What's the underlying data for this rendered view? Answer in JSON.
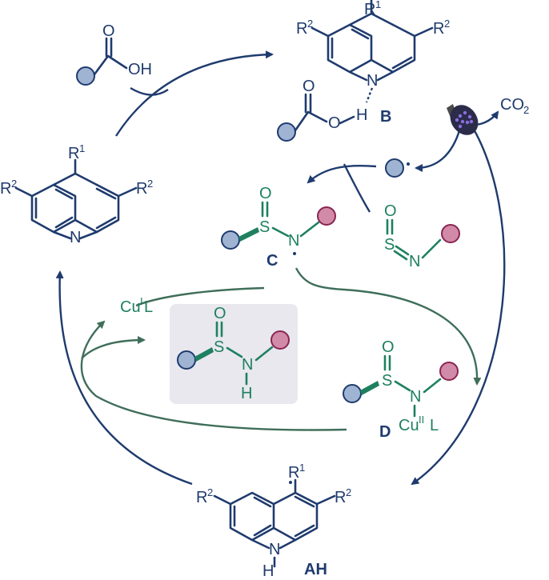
{
  "labels": {
    "B": "B",
    "C": "C",
    "D": "D",
    "AH": "AH",
    "co2": "CO",
    "co2_sub": "2",
    "oh": "OH",
    "cuI_main": "Cu",
    "cuI_sup": "I",
    "cuI_L": "L",
    "cuII_main": "Cu",
    "cuII_sup": "II",
    "cuII_L": "L"
  },
  "atoms": {
    "O": "O",
    "S": "S",
    "N": "N",
    "H": "H",
    "R1": "R",
    "R1_sup": "1",
    "R2": "R",
    "R2_sup": "2"
  },
  "colors": {
    "navy": "#1f3b6e",
    "green": "#1f8060",
    "circle_blue": "#9fb3d3",
    "circle_pink": "#d28aa9",
    "box_bg": "#e8e8ee"
  }
}
